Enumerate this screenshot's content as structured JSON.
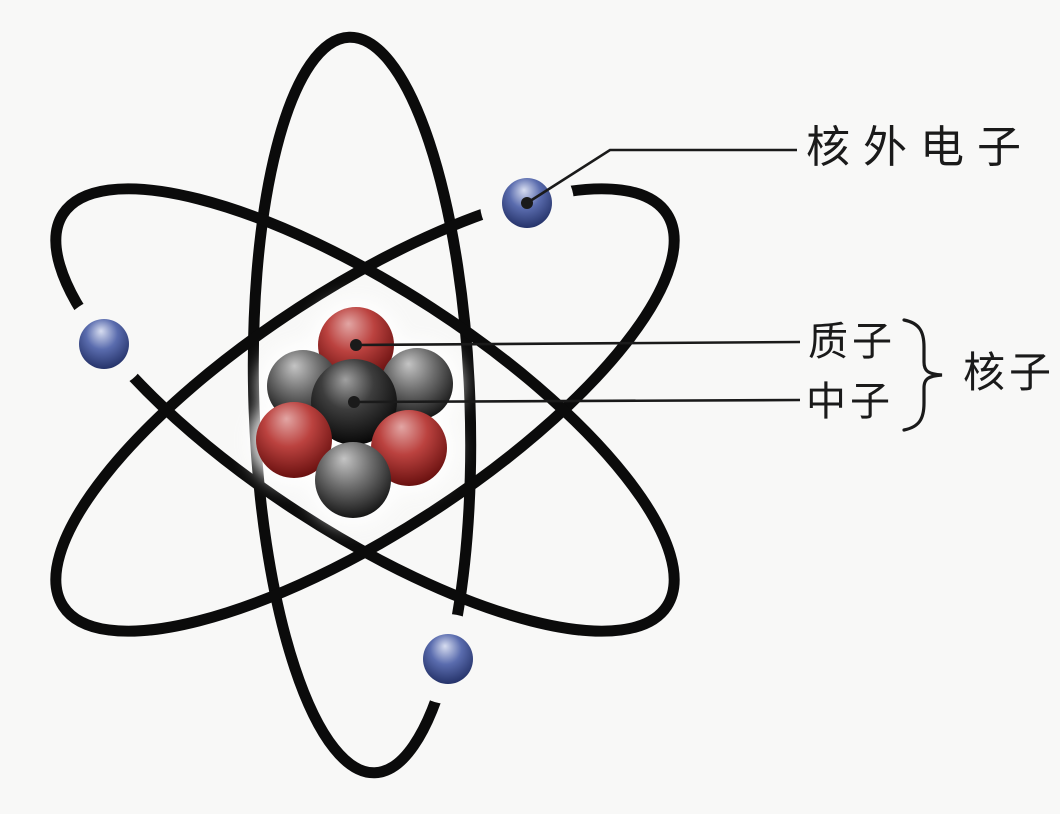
{
  "labels": {
    "outer_electron": "核外电子",
    "proton": "质子",
    "neutron": "中子",
    "nucleon": "核子"
  },
  "figure": {
    "type": "atom-structure-diagram",
    "orbit_count": 3,
    "electron_count": 3,
    "proton_sphere_count": 3,
    "neutron_sphere_count": 4,
    "nucleus_labeled_parts": [
      "质子",
      "中子"
    ],
    "brace_groups": "核子"
  },
  "colors": {
    "background": "#f8f8f7",
    "orbit": "#0b0b0b",
    "pointer_line": "#1a1a1a",
    "text": "#1a1a1a",
    "glow": "#ffffff",
    "proton": {
      "highlight": "#e2a6a4",
      "main": "#bb423f",
      "dark": "#620c0b"
    },
    "neutron": {
      "highlight": "#c4c4c4",
      "main": "#6f6f6f",
      "dark": "#0e0e0e"
    },
    "neutron_center": {
      "highlight": "#a0a0a0",
      "main": "#3d3d3d",
      "dark": "#000000"
    },
    "electron": {
      "highlight": "#d7ddf0",
      "main": "#5a6cae",
      "dark": "#1d2a5f"
    }
  }
}
